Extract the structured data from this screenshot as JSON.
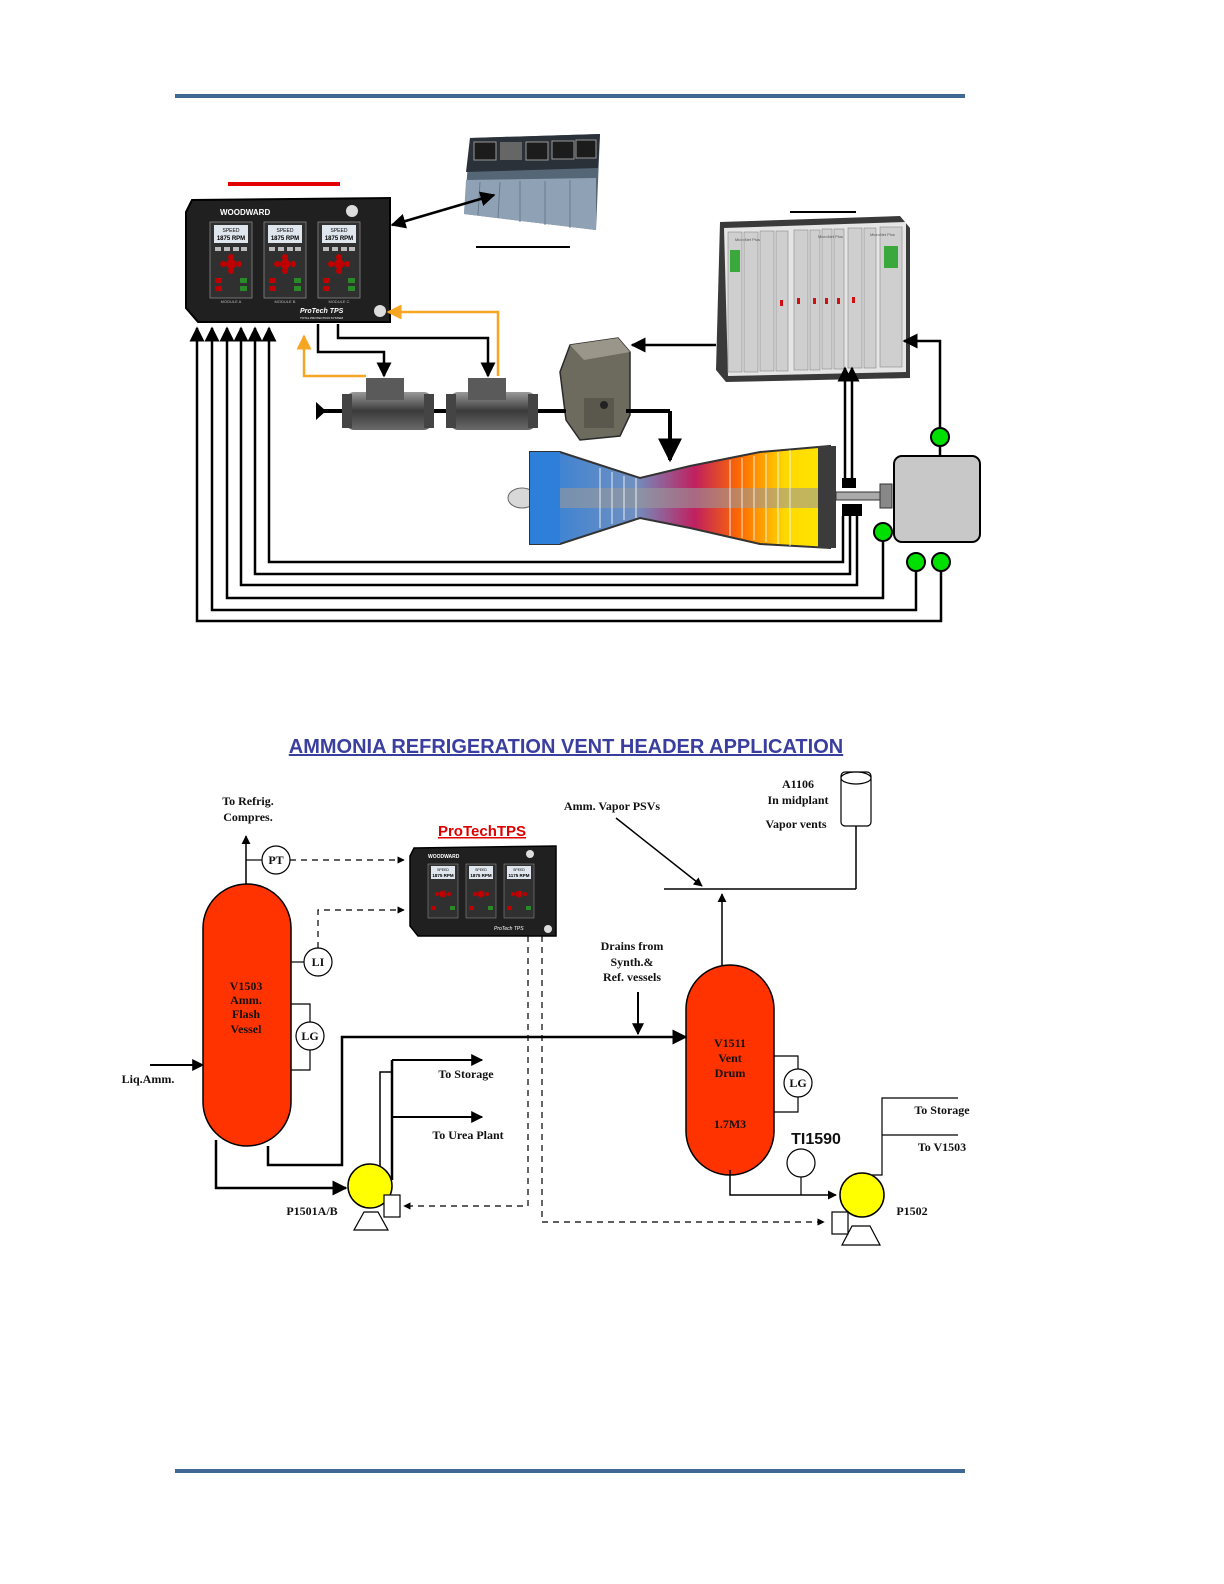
{
  "colors": {
    "rule": "#3f6892",
    "vessel": "#ff3300",
    "pump": "#ffff00",
    "sensor": "#00e000",
    "feedback": "#f5a623",
    "title": "#3a3f9f",
    "red_label": "#e00000"
  },
  "top_diagram": {
    "controller": {
      "brand": "WOODWARD",
      "modules": [
        {
          "speed_label": "SPEED",
          "rpm": "1875 RPM",
          "module": "MODULE A"
        },
        {
          "speed_label": "SPEED",
          "rpm": "1875 RPM",
          "module": "MODULE B"
        },
        {
          "speed_label": "SPEED",
          "rpm": "1875 RPM",
          "module": "MODULE C"
        }
      ],
      "model": "ProTech TPS",
      "model_sub": "TOTAL PROTECTION SYSTEM"
    },
    "plc_rack_labels": [
      "MicroNet Plus",
      "MicroNet Plus",
      "MicroNet Plus"
    ],
    "icons": [
      "operator-console-icon",
      "trip-valve-icon",
      "actuator-icon",
      "gas-turbine-icon",
      "generator-icon"
    ]
  },
  "bottom_diagram": {
    "title": "AMMONIA REFRIGERATION VENT HEADER APPLICATION",
    "controller": {
      "name": "ProTechTPS",
      "brand": "WOODWARD",
      "modules": [
        {
          "speed_label": "SPEED",
          "rpm": "1875 RPM"
        },
        {
          "speed_label": "SPEED",
          "rpm": "1875 RPM"
        },
        {
          "speed_label": "SPEED",
          "rpm": "1175 RPM"
        }
      ],
      "model": "ProTech TPS"
    },
    "labels": {
      "to_refrig_1": "To Refrig.",
      "to_refrig_2": "Compres.",
      "amm_vapor_psvs": "Amm. Vapor PSVs",
      "a1106": "A1106",
      "in_midplant": "In midplant",
      "vapor_vents": "Vapor vents",
      "drains_1": "Drains from",
      "drains_2": "Synth.&",
      "drains_3": "Ref. vessels",
      "liq_amm": "Liq.Amm.",
      "to_storage_1": "To Storage",
      "to_urea": "To Urea Plant",
      "p1501": "P1501A/B",
      "to_storage_2": "To Storage",
      "to_v1503": "To V1503",
      "ti1590": "TI1590",
      "p1502": "P1502"
    },
    "instruments": {
      "pt": "PT",
      "li": "LI",
      "lg1": "LG",
      "lg2": "LG"
    },
    "vessel_v1503": {
      "l1": "V1503",
      "l2": "Amm.",
      "l3": "Flash",
      "l4": "Vessel"
    },
    "vessel_v1511": {
      "l1": "V1511",
      "l2": "Vent",
      "l3": "Drum",
      "l4": "1.7M3"
    }
  }
}
